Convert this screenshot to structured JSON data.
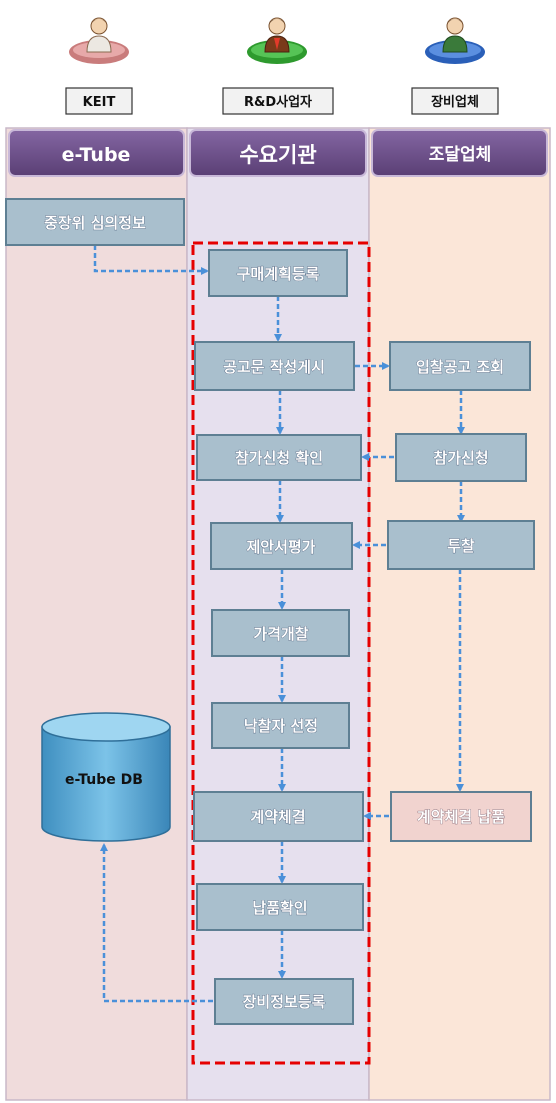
{
  "roles": [
    {
      "id": "keit",
      "label": "KEIT",
      "color": "#c97c7c"
    },
    {
      "id": "rnd",
      "label": "R&D사업자",
      "color": "#2e9a2e"
    },
    {
      "id": "vendor",
      "label": "장비업체",
      "color": "#2a5fb8"
    }
  ],
  "lanes": [
    {
      "id": "etube",
      "title": "e-Tube",
      "bg": "#f0dcdc"
    },
    {
      "id": "demand",
      "title": "수요기관",
      "bg": "#e6e0ee"
    },
    {
      "id": "supplier",
      "title": "조달업체",
      "bg": "#fbe6d8"
    }
  ],
  "nodes": {
    "committee": "중장위 심의정보",
    "purchase_plan": "구매계획등록",
    "notice_post": "공고문 작성게시",
    "bid_notice_view": "입찰공고 조회",
    "apply_confirm": "참가신청 확인",
    "apply": "참가신청",
    "proposal_eval": "제안서평가",
    "bid": "투찰",
    "price_open": "가격개찰",
    "winner_select": "낙찰자 선정",
    "contract": "계약체결",
    "contract_delivery": "계약체결 납품",
    "delivery_confirm": "납품확인",
    "equipment_register": "장비정보등록"
  },
  "database": {
    "label": "e-Tube DB"
  },
  "colors": {
    "header": "#6a4d86",
    "box_fill": "#a9bfcd",
    "box_stroke": "#5e7f93",
    "box_highlight": "#f1d3cf",
    "arrow": "#4a90d9",
    "highlight_frame": "#e60000",
    "db_fill": "#5aaad6"
  }
}
